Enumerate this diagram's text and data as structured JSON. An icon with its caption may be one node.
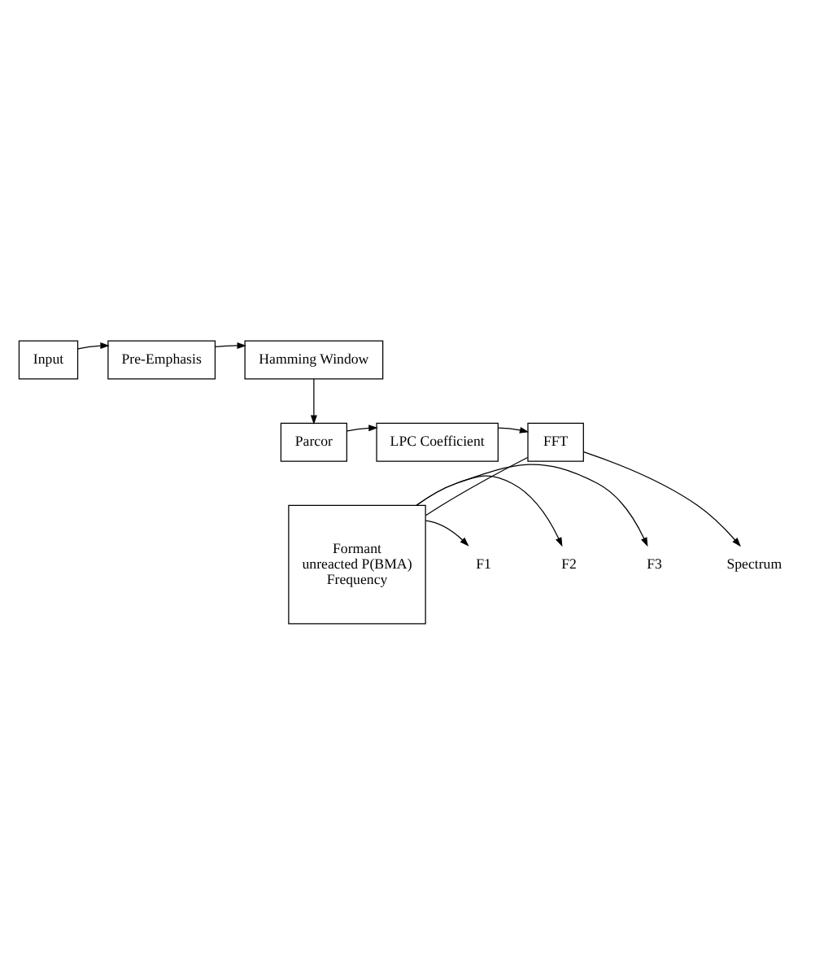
{
  "diagram": {
    "nodes": [
      {
        "text": [
          "Input"
        ]
      },
      {
        "text": [
          "Pre-Emphasis"
        ]
      },
      {
        "text": [
          "Hamming Window"
        ]
      },
      {
        "text": [
          "Parcor"
        ]
      },
      {
        "text": [
          "LPC Coefficient"
        ]
      },
      {
        "text": [
          "FFT"
        ]
      },
      {
        "text": [
          "Formant",
          "unreacted P(BMA)",
          "Frequency"
        ]
      },
      {
        "text": [
          "F1"
        ]
      },
      {
        "text": [
          "F2"
        ]
      },
      {
        "text": [
          "F3"
        ]
      },
      {
        "text": [
          "Spectrum"
        ]
      }
    ],
    "edges": [
      {
        "from": 0,
        "to": 1,
        "arrow": "to"
      },
      {
        "from": 1,
        "to": 2,
        "arrow": "to"
      },
      {
        "from": 2,
        "to": 3,
        "arrow": "to"
      },
      {
        "from": 3,
        "to": 4,
        "arrow": "to"
      },
      {
        "from": 4,
        "to": 5,
        "arrow": "to"
      },
      {
        "from": 5,
        "to": 6,
        "arrow": "none"
      },
      {
        "from": 5,
        "to": 10,
        "arrow": "to"
      },
      {
        "from": 6,
        "to": 7,
        "arrow": "to"
      },
      {
        "from": 6,
        "to": 8,
        "arrow": "to"
      },
      {
        "from": 6,
        "to": 9,
        "arrow": "to"
      }
    ]
  }
}
